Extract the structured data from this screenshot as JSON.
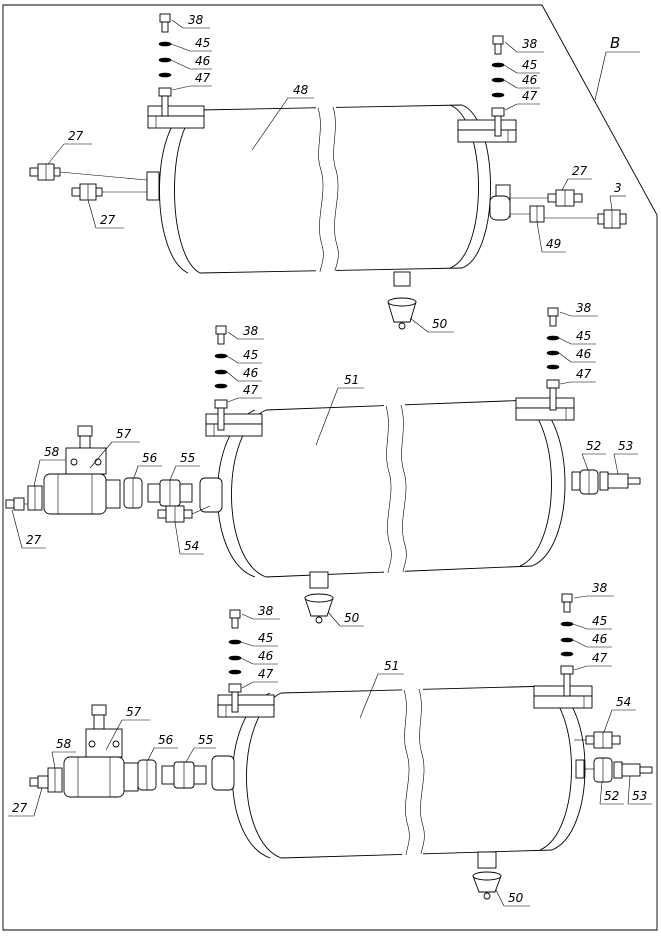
{
  "sheet": {
    "view_label": "B"
  },
  "upper_assembly": {
    "labels": {
      "bolt_l": "38",
      "washer_a_l": "45",
      "washer_b_l": "46",
      "nut_l": "47",
      "bolt_r": "38",
      "washer_a_r": "45",
      "washer_b_r": "46",
      "nut_r": "47",
      "receiver": "48",
      "fitting_tl": "27",
      "fitting_bl": "27",
      "fitting_r": "27",
      "fitting_3": "3",
      "adapter": "49",
      "drain_valve": "50"
    }
  },
  "middle_assembly": {
    "labels": {
      "bolt_l": "38",
      "washer_a_l": "45",
      "washer_b_l": "46",
      "nut_l": "47",
      "bolt_r": "38",
      "washer_a_r": "45",
      "washer_b_r": "46",
      "nut_r": "47",
      "receiver": "51",
      "valve": "57",
      "nut_58": "58",
      "fitting_27": "27",
      "nut_56": "56",
      "connector_55": "55",
      "fitting_54": "54",
      "fitting_52": "52",
      "fitting_53": "53",
      "drain_valve": "50"
    }
  },
  "lower_assembly": {
    "labels": {
      "bolt_l": "38",
      "washer_a_l": "45",
      "washer_b_l": "46",
      "nut_l": "47",
      "bolt_r": "38",
      "washer_a_r": "45",
      "washer_b_r": "46",
      "nut_r": "47",
      "receiver": "51",
      "valve": "57",
      "nut_58": "58",
      "fitting_27": "27",
      "nut_56": "56",
      "connector_55": "55",
      "fitting_54": "54",
      "fitting_52": "52",
      "fitting_53": "53",
      "drain_valve": "50"
    }
  }
}
